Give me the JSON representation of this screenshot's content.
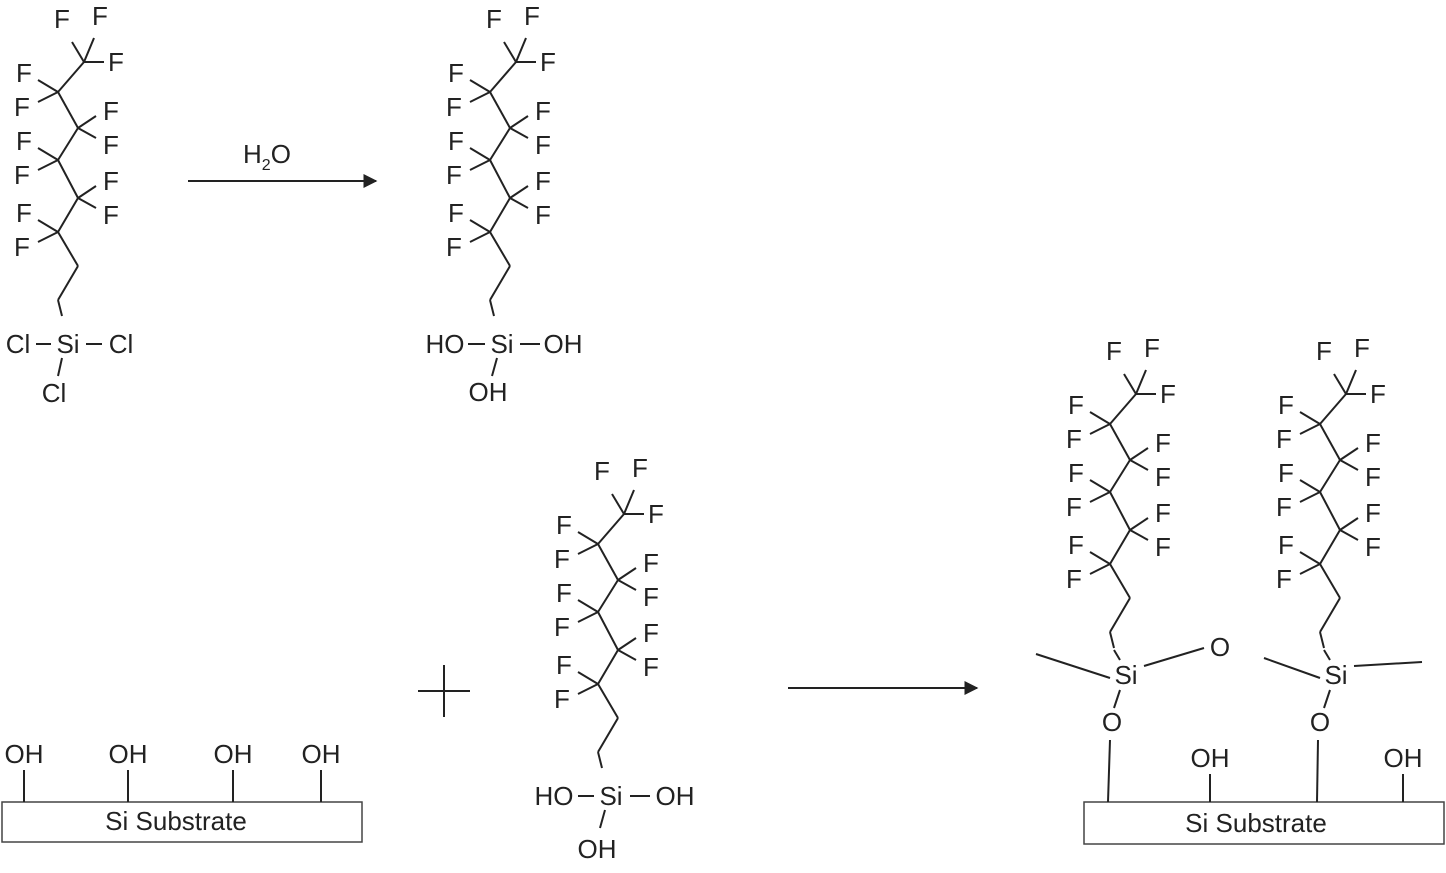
{
  "atoms": {
    "F": "F",
    "Si": "Si",
    "Cl": "Cl",
    "OH": "OH",
    "HO": "HO",
    "O": "O"
  },
  "reagent": {
    "main": "H",
    "sub": "2",
    "tail": "O"
  },
  "substrate": {
    "label": "Si Substrate"
  }
}
